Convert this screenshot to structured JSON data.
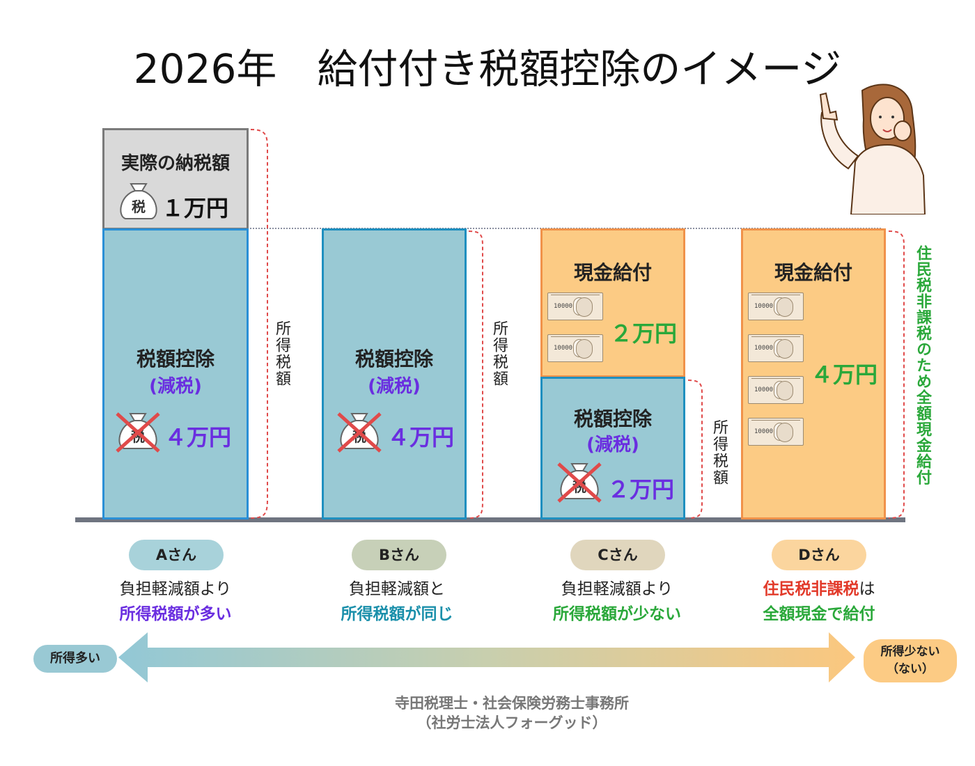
{
  "title": "2026年　給付付き税額控除のイメージ",
  "a": {
    "actual_tax_label": "実際の納税額",
    "actual_tax_amount": "１万円",
    "deduction_label": "税額控除",
    "deduction_sub": "(減税)",
    "deduction_amount": "４万円",
    "income_tax_bracket": "所得税額",
    "pill": "Aさん",
    "desc_line1": "負担軽減額より",
    "desc_line2": "所得税額が多い"
  },
  "b": {
    "deduction_label": "税額控除",
    "deduction_sub": "(減税)",
    "deduction_amount": "４万円",
    "income_tax_bracket": "所得税額",
    "pill": "Bさん",
    "desc_line1": "負担軽減額と",
    "desc_line2": "所得税額が同じ"
  },
  "c": {
    "cash_label": "現金給付",
    "cash_amount": "２万円",
    "deduction_label": "税額控除",
    "deduction_sub": "(減税)",
    "deduction_amount": "２万円",
    "income_tax_bracket": "所得税額",
    "pill": "Cさん",
    "desc_line1": "負担軽減額より",
    "desc_line2": "所得税額が少ない"
  },
  "d": {
    "cash_label": "現金給付",
    "cash_amount": "４万円",
    "side_note": "住民税非課税のため全額現金給付",
    "pill": "Dさん",
    "desc_line1_red": "住民税非課税",
    "desc_line1_suffix": "は",
    "desc_line2": "全額現金で給付"
  },
  "tax_bag_glyph": "税",
  "bill_number": "10000",
  "arrow": {
    "left_label": "所得多い",
    "right_label_line1": "所得少ない",
    "right_label_line2": "（ない）"
  },
  "footer": {
    "line1": "寺田税理士・社会保険労務士事務所",
    "line2": "（社労士法人フォーグッド）"
  },
  "colors": {
    "deduction_fill": "#99c9d4",
    "cash_fill": "#fccb84",
    "actual_tax_fill": "#d9d9d9",
    "accent_purple": "#6a2ee0",
    "accent_green": "#2aa83a",
    "accent_red": "#e23a2a",
    "accent_teal": "#1a8faa",
    "pill_a": "#a8d2da",
    "pill_b": "#c7d0b8",
    "pill_c": "#e0d6bd",
    "pill_d": "#fbd59e"
  },
  "icons": [
    "tax-bag-icon",
    "crossed-tax-bag-icon",
    "banknote-icon",
    "woman-pointing-illustration",
    "gradient-double-arrow"
  ]
}
